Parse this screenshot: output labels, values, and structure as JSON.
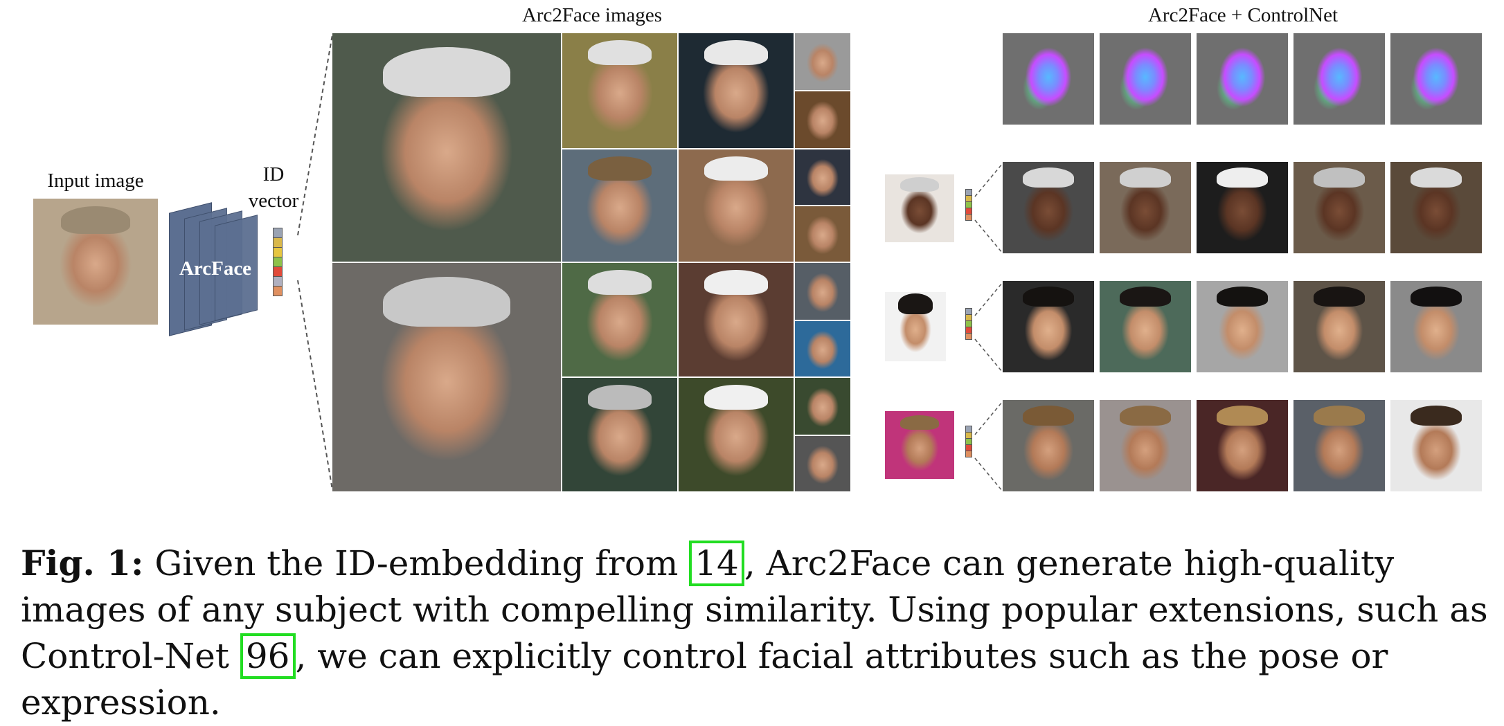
{
  "labels": {
    "input_image": "Input image",
    "id_vector": [
      "ID",
      "vector"
    ],
    "arcface": "ArcFace",
    "arc2face_images": "Arc2Face images",
    "arc2face_controlnet": "Arc2Face + ControlNet"
  },
  "colors": {
    "arcface_block": "#5c6f91",
    "citation_box": "#22dd22",
    "id_vector_cells": [
      "#9aa3b3",
      "#d9b84a",
      "#e6c640",
      "#8fc24a",
      "#e14a3a",
      "#b0b0c0",
      "#e09060"
    ]
  },
  "caption": {
    "fig_label": "Fig. 1:",
    "text_before_ref1": "Given the ID-embedding from ",
    "ref1": "14",
    "text_after_ref1": ", Arc2Face can generate high-quality images of any subject with compelling similarity. Using popular extensions, such as Control-Net ",
    "ref2": "96",
    "text_after_ref2": ", we can explicitly control facial attributes such as the pose or expression."
  }
}
